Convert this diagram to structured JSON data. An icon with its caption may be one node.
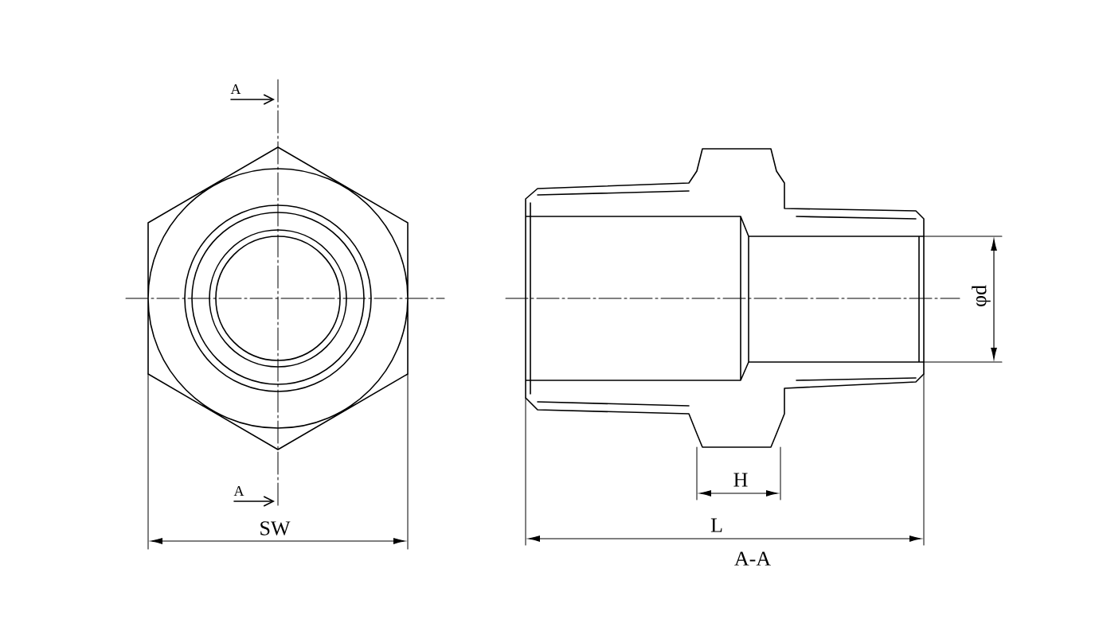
{
  "diagram": {
    "labels": [
      "A",
      "φd",
      "H",
      "A",
      "SW",
      "L",
      "A-A"
    ]
  }
}
